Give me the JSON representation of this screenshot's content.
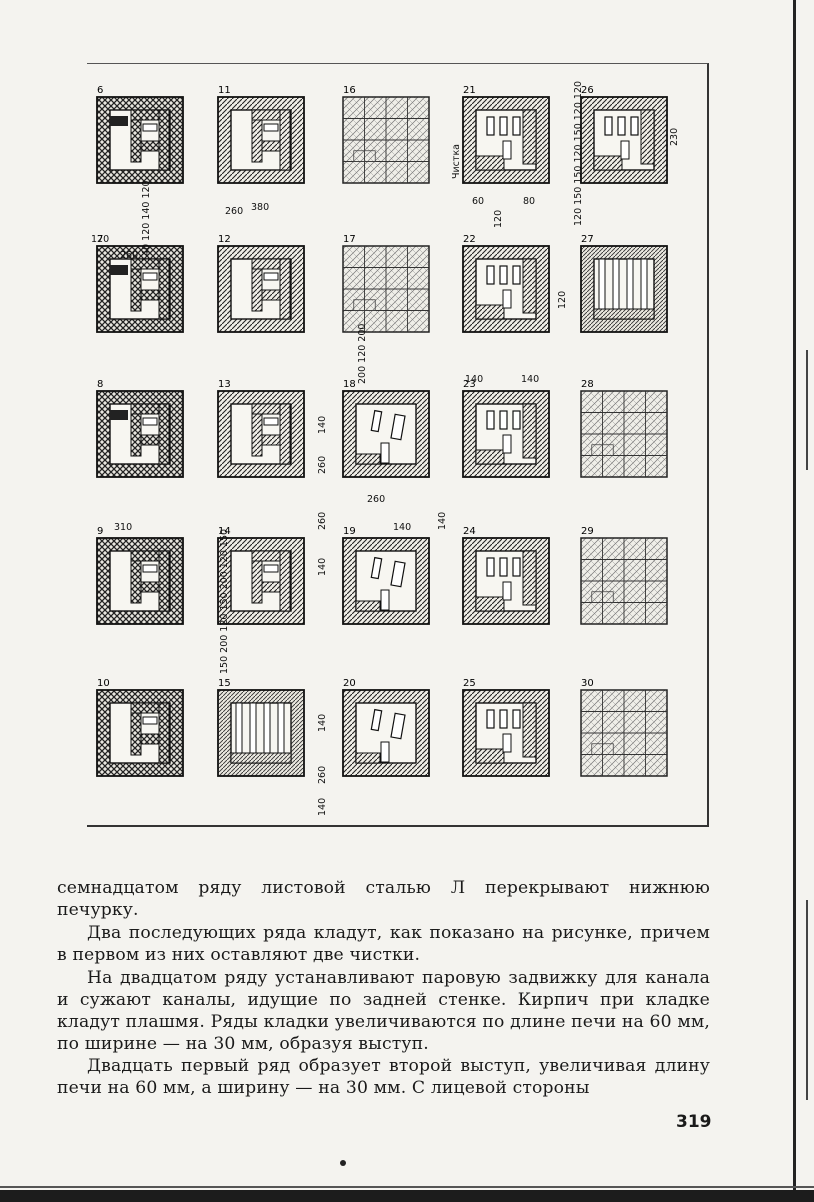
{
  "figure": {
    "rows": [
      [
        {
          "label": "6",
          "kind": "cross-a"
        },
        {
          "label": "11",
          "kind": "hatch-a"
        },
        {
          "label": "16",
          "kind": "grid"
        },
        {
          "label": "21",
          "kind": "hatch-b"
        },
        {
          "label": "26",
          "kind": "hatch-b"
        }
      ],
      [
        {
          "label": "7",
          "kind": "cross-a"
        },
        {
          "label": "12",
          "kind": "hatch-a"
        },
        {
          "label": "17",
          "kind": "grid"
        },
        {
          "label": "22",
          "kind": "hatch-b"
        },
        {
          "label": "27",
          "kind": "hatch-c"
        }
      ],
      [
        {
          "label": "8",
          "kind": "cross-a"
        },
        {
          "label": "13",
          "kind": "hatch-a"
        },
        {
          "label": "18",
          "kind": "hatch-d"
        },
        {
          "label": "23",
          "kind": "hatch-b"
        },
        {
          "label": "28",
          "kind": "grid"
        }
      ],
      [
        {
          "label": "9",
          "kind": "cross-a"
        },
        {
          "label": "14",
          "kind": "hatch-a"
        },
        {
          "label": "19",
          "kind": "hatch-d"
        },
        {
          "label": "24",
          "kind": "hatch-b"
        },
        {
          "label": "29",
          "kind": "grid"
        }
      ],
      [
        {
          "label": "10",
          "kind": "cross-a"
        },
        {
          "label": "15",
          "kind": "hatch-c"
        },
        {
          "label": "20",
          "kind": "hatch-d"
        },
        {
          "label": "25",
          "kind": "hatch-b"
        },
        {
          "label": "30",
          "kind": "grid"
        }
      ]
    ],
    "dimensions": [
      {
        "id": "d120a",
        "text": "120"
      },
      {
        "id": "d260a",
        "text": "260"
      },
      {
        "id": "dstack1",
        "text": "140 120 140 120"
      },
      {
        "id": "d260b",
        "text": "260"
      },
      {
        "id": "d380",
        "text": "380"
      },
      {
        "id": "dchistka",
        "text": "Чистка"
      },
      {
        "id": "d60",
        "text": "60"
      },
      {
        "id": "d120b",
        "text": "120"
      },
      {
        "id": "d80",
        "text": "80"
      },
      {
        "id": "d230",
        "text": "230"
      },
      {
        "id": "dstack27",
        "text": "120 150 150 120 150 120 120"
      },
      {
        "id": "d120c",
        "text": "120"
      },
      {
        "id": "dstack18",
        "text": "200 120 200"
      },
      {
        "id": "d140a",
        "text": "140"
      },
      {
        "id": "d260c",
        "text": "260"
      },
      {
        "id": "d260d",
        "text": "260"
      },
      {
        "id": "d260e",
        "text": "260"
      },
      {
        "id": "d140b",
        "text": "140"
      },
      {
        "id": "d140c",
        "text": "140"
      },
      {
        "id": "d140d",
        "text": "140"
      },
      {
        "id": "d310",
        "text": "310"
      },
      {
        "id": "d140e",
        "text": "140"
      },
      {
        "id": "d140f",
        "text": "140"
      },
      {
        "id": "dstack15",
        "text": "150 200 120 150 200 120 150"
      },
      {
        "id": "d140g",
        "text": "140"
      },
      {
        "id": "d260f",
        "text": "260"
      },
      {
        "id": "d140h",
        "text": "140"
      }
    ]
  },
  "paragraphs": [
    "семнадцатом ряду листовой сталью Л перекрывают нижнюю печурку.",
    "Два последующих ряда кладут, как показано на рисунке, причем в первом из них оставляют две чистки.",
    "На двадцатом ряду устанавливают паровую задвижку для канала и сужают каналы, идущие по задней стенке. Кирпич при кладке кладут плашмя. Ряды кладки увеличиваются по длине печи на 60 мм, по ширине — на 30 мм, образуя выступ.",
    "Двадцать первый ряд образует второй выступ, увеличивая длину печи на 60 мм, а ширину — на 30 мм. С лицевой стороны"
  ],
  "page_number": "319"
}
